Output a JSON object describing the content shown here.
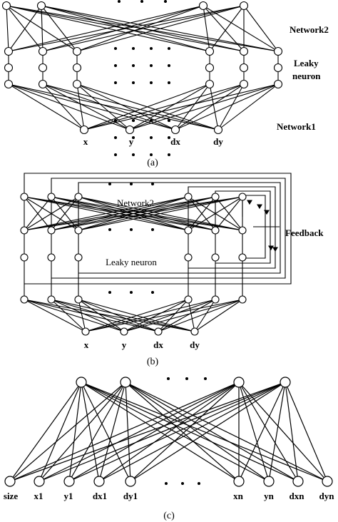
{
  "panel_a": {
    "inputs": [
      "x",
      "y",
      "dx",
      "dy"
    ],
    "side_labels": [
      "Network2",
      "Leaky",
      "neuron",
      "Network1"
    ],
    "caption": "(a)"
  },
  "panel_b": {
    "inputs": [
      "x",
      "y",
      "dx",
      "dy"
    ],
    "network_label": "Network2",
    "leaky_label": "Leaky neuron",
    "feedback_label": "Feedback",
    "caption": "(b)"
  },
  "panel_c": {
    "inputs": [
      "size",
      "x1",
      "y1",
      "dx1",
      "dy1",
      "xn",
      "yn",
      "dxn",
      "dyn"
    ],
    "caption": "(c)"
  }
}
